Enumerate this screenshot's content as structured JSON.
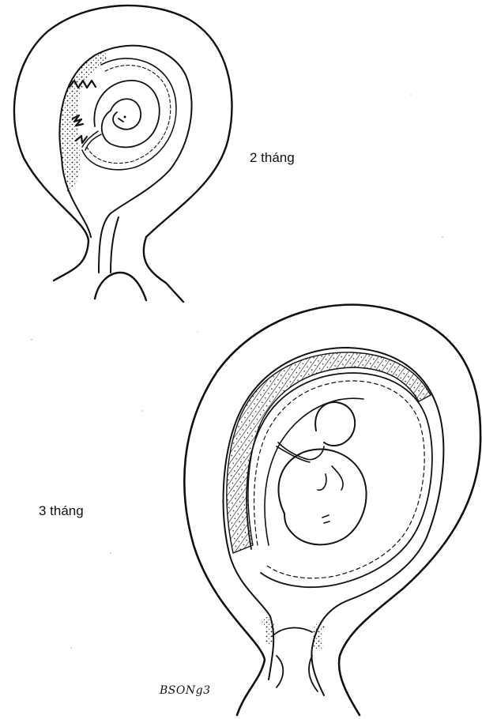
{
  "labels": {
    "month_2": "2 tháng",
    "month_3": "3 tháng"
  },
  "signature": "BSONg3",
  "colors": {
    "ink": "#111111",
    "background": "#ffffff"
  }
}
